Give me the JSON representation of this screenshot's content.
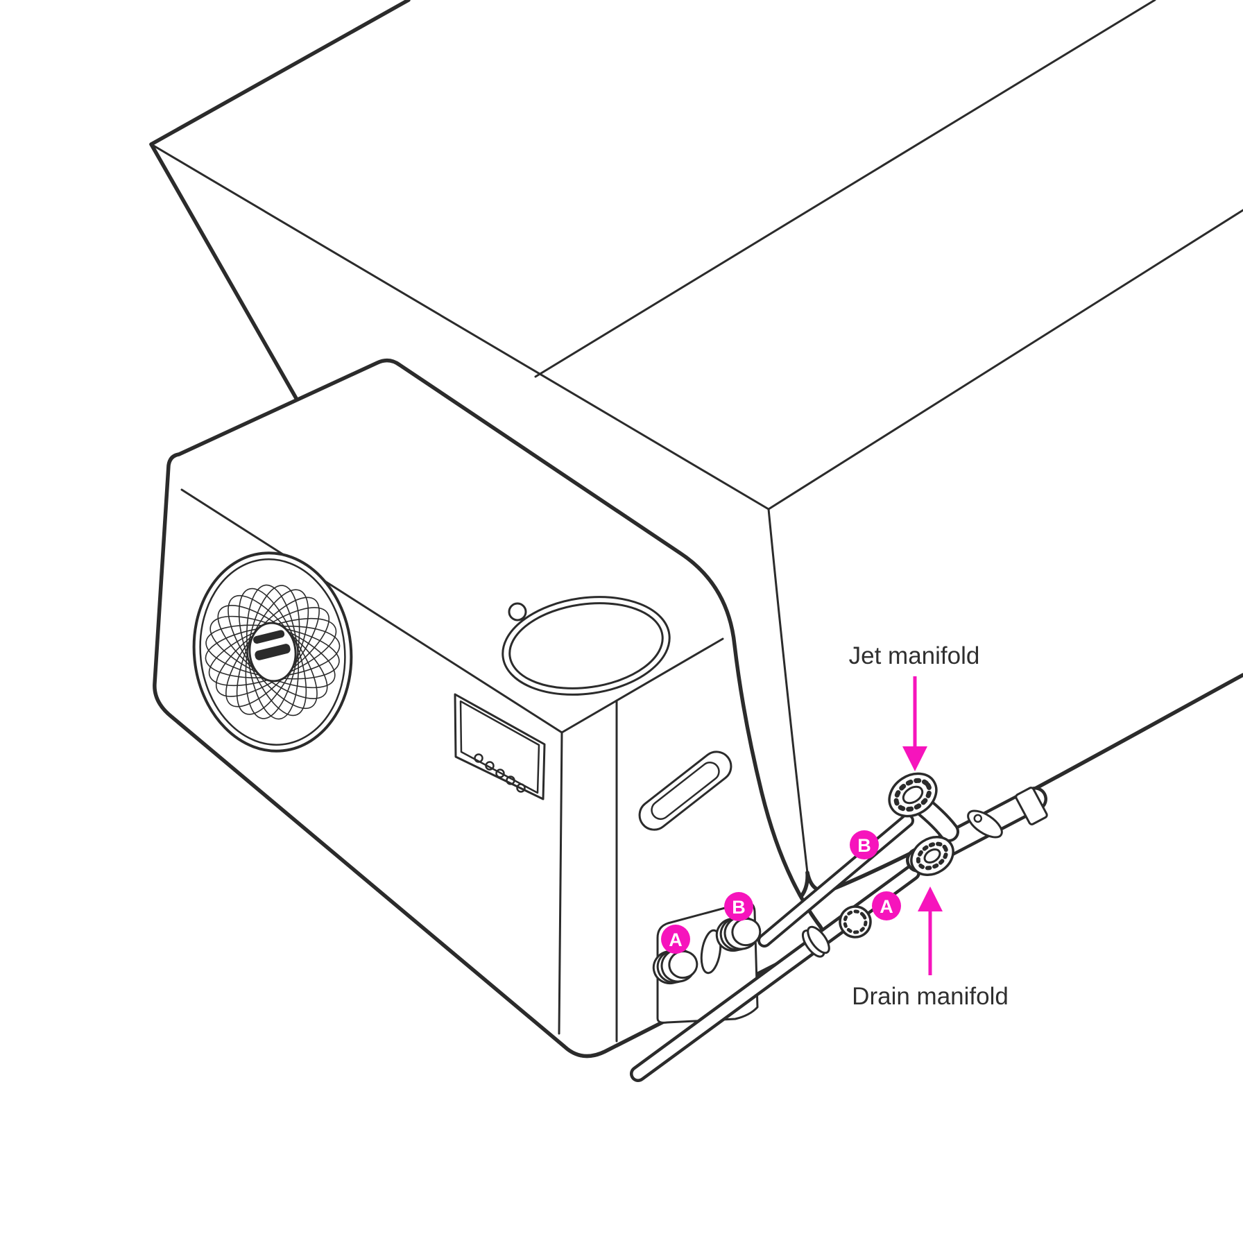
{
  "diagram": {
    "background": "#ffffff",
    "stroke_color": "#2b2b2b",
    "accent_color": "#f614bc",
    "text_color": "#2f2f2f",
    "labels": {
      "jet_manifold": "Jet manifold",
      "drain_manifold": "Drain manifold"
    },
    "badges": {
      "chiller_drain_port": "A",
      "chiller_jet_port": "B",
      "hose_jet": "B",
      "hose_drain": "A"
    }
  }
}
